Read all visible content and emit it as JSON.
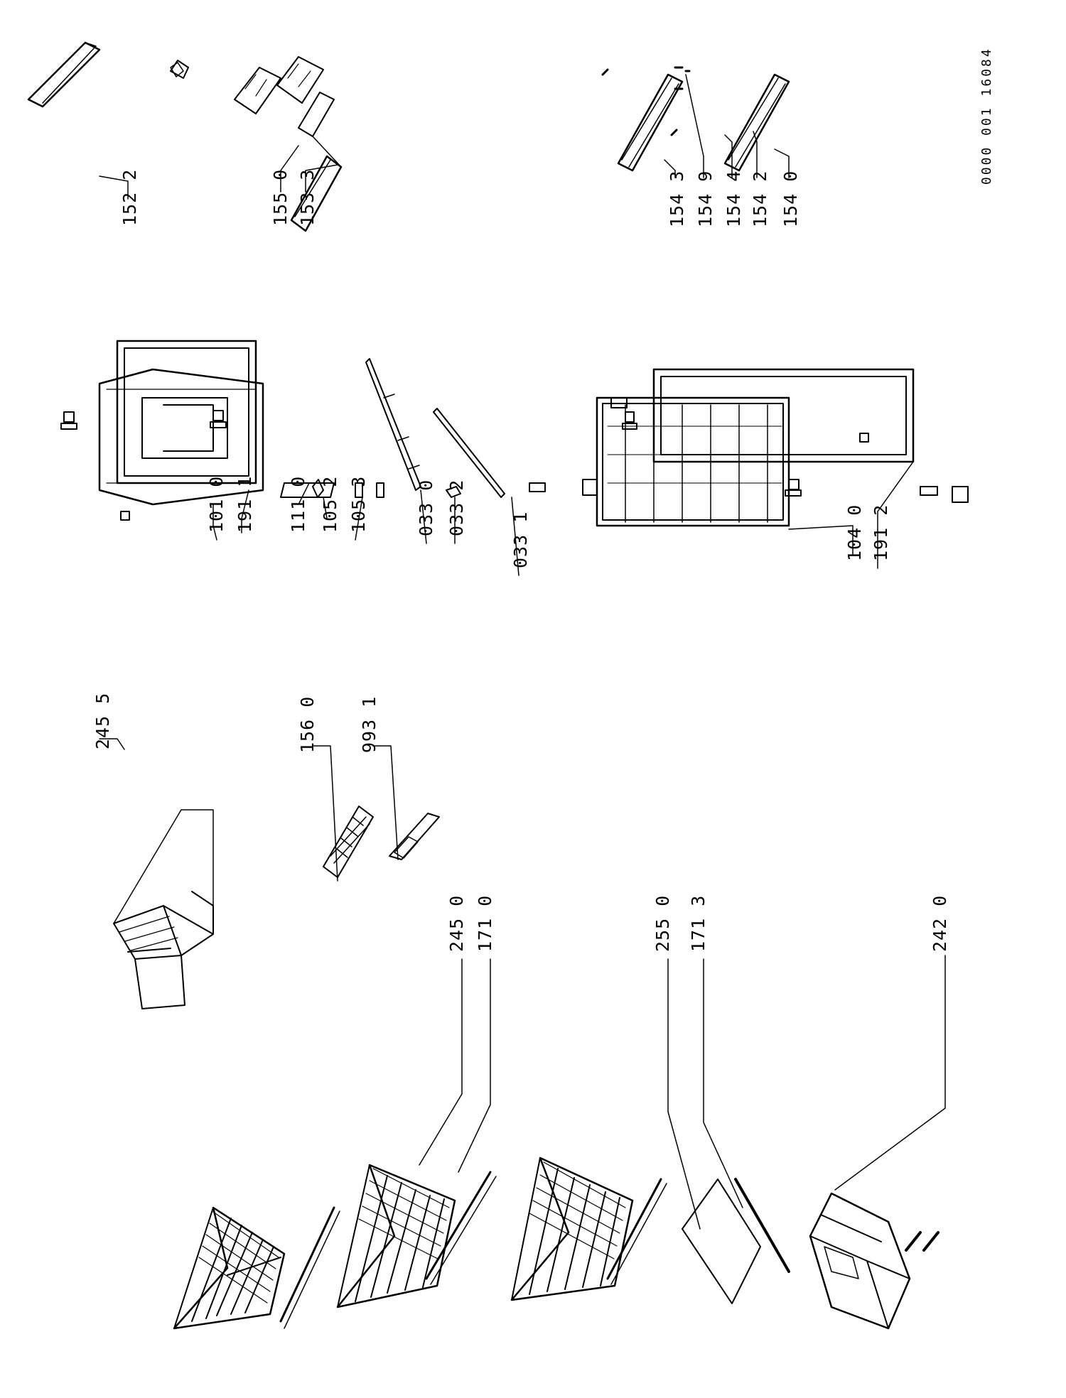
{
  "doc_code": "0000 001 16084",
  "part_numbers": {
    "p245_5": "245 5",
    "p156_0": "156 0",
    "p993_1": "993 1",
    "p245_0": "245 0",
    "p171_0": "171 0",
    "p255_0": "255 0",
    "p171_3": "171 3",
    "p242_0": "242 0",
    "p101_0": "101 0",
    "p191_1": "191 1",
    "p111_0": "111 0",
    "p105_2": "105 2",
    "p105_3": "105 3",
    "p033_0": "033 0",
    "p033_2": "033 2",
    "p033_1": "033 1",
    "p104_0": "104 0",
    "p191_2": "191 2",
    "p152_2": "152 2",
    "p155_0": "155 0",
    "p153_3": "153 3",
    "p154_3": "154 3",
    "p154_9": "154 9",
    "p154_4": "154 4",
    "p154_2": "154 2",
    "p154_0": "154 0"
  }
}
